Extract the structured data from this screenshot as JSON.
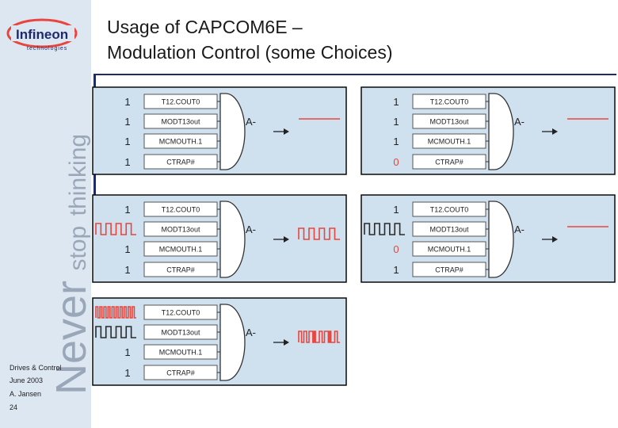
{
  "logo": {
    "brand": "Infineon",
    "tagline": "technologies"
  },
  "slogan": {
    "word1": "Never",
    "word2": "stop",
    "word3": "thinking"
  },
  "title": {
    "line1": "Usage of CAPCOM6E –",
    "line2": "Modulation Control (some Choices)"
  },
  "footer": {
    "department": "Drives & Control",
    "date": "June 2003",
    "author": "A. Jansen",
    "page": "24"
  },
  "gate": {
    "inputs": [
      "T12.COUT0",
      "MODT13out",
      "MCMOUTH.1",
      "CTRAP#"
    ],
    "output_label": "A-"
  },
  "colors": {
    "panel_bg": "#cfe0ef",
    "panel_border": "#0a0a0a",
    "box_border": "#555555",
    "red": "#e8453c",
    "dark": "#2a2a2a",
    "brand_blue": "#1f2a6b",
    "slogan": "#9aa7b8"
  },
  "panels": [
    {
      "id": "p1",
      "inputs": [
        {
          "type": "value",
          "value": "1"
        },
        {
          "type": "value",
          "value": "1"
        },
        {
          "type": "value",
          "value": "1"
        },
        {
          "type": "value",
          "value": "1"
        }
      ],
      "output": "line"
    },
    {
      "id": "p2",
      "inputs": [
        {
          "type": "value",
          "value": "1"
        },
        {
          "type": "value",
          "value": "1"
        },
        {
          "type": "value",
          "value": "1"
        },
        {
          "type": "value",
          "value": "0",
          "highlight": true
        }
      ],
      "output": "line"
    },
    {
      "id": "p3",
      "inputs": [
        {
          "type": "value",
          "value": "1"
        },
        {
          "type": "wave",
          "pulses": 4,
          "color": "red"
        },
        {
          "type": "value",
          "value": "1"
        },
        {
          "type": "value",
          "value": "1"
        }
      ],
      "output": "wave"
    },
    {
      "id": "p4",
      "inputs": [
        {
          "type": "value",
          "value": "1"
        },
        {
          "type": "wave",
          "pulses": 4,
          "color": "dark"
        },
        {
          "type": "value",
          "value": "0",
          "highlight": true
        },
        {
          "type": "value",
          "value": "1"
        }
      ],
      "output": "line"
    },
    {
      "id": "p5",
      "inputs": [
        {
          "type": "wave",
          "pulses": 10,
          "color": "red"
        },
        {
          "type": "wave",
          "pulses": 4,
          "color": "dark"
        },
        {
          "type": "value",
          "value": "1"
        },
        {
          "type": "value",
          "value": "1"
        }
      ],
      "output": "mixed"
    }
  ]
}
